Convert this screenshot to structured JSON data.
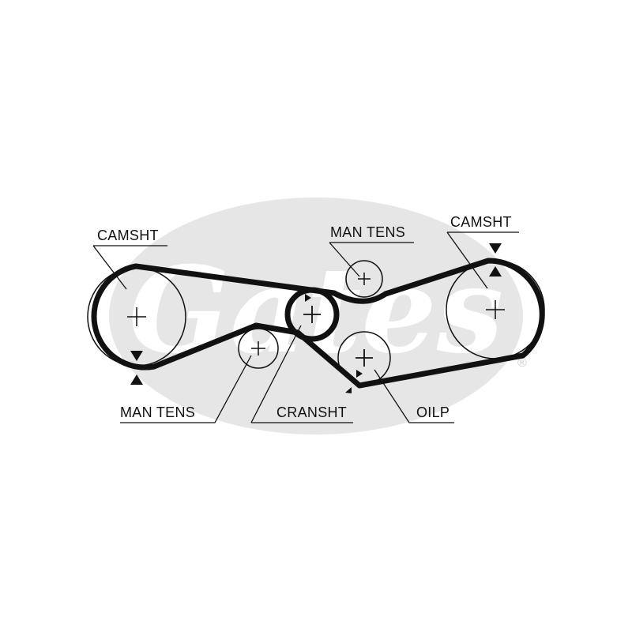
{
  "labels": {
    "camsht_left": "CAMSHT",
    "camsht_right": "CAMSHT",
    "man_tens_top": "MAN TENS",
    "man_tens_bottom": "MAN TENS",
    "cransht": "CRANSHT",
    "oilp": "OILP"
  },
  "watermark": {
    "text": "Gates",
    "trademark": "®"
  },
  "colors": {
    "belt": "#111111",
    "pulley_line": "#111111",
    "watermark": "#e6e6e6",
    "background": "#ffffff"
  }
}
